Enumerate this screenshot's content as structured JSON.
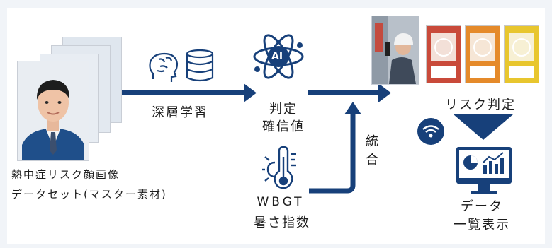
{
  "dataset": {
    "label_line1": "熱中症リスク顔画像",
    "label_line2": "データセット(マスター素材)",
    "stack_icon": "face-photo-stack"
  },
  "deep_learning": {
    "label": "深層学習",
    "icons": [
      "brain-icon",
      "database-icon"
    ]
  },
  "ai_judgment": {
    "icon_text": "AI",
    "label_line1": "判定",
    "label_line2": "確信値"
  },
  "wbgt": {
    "label_line1": "WBGT",
    "label_line2": "暑さ指数",
    "icon": "thermometer-sun-icon"
  },
  "integration": {
    "label": "統合"
  },
  "risk": {
    "label": "リスク判定",
    "cards": [
      {
        "color": "#c94a3a"
      },
      {
        "color": "#e58a2a"
      },
      {
        "color": "#e8c62e"
      }
    ]
  },
  "display": {
    "label_line1": "データ",
    "label_line2": "一覧表示",
    "icons": [
      "wifi-icon",
      "monitor-chart-icon"
    ]
  },
  "colors": {
    "navy": "#17407a",
    "panel": "#ffffff",
    "background": "#f1f4f8"
  }
}
